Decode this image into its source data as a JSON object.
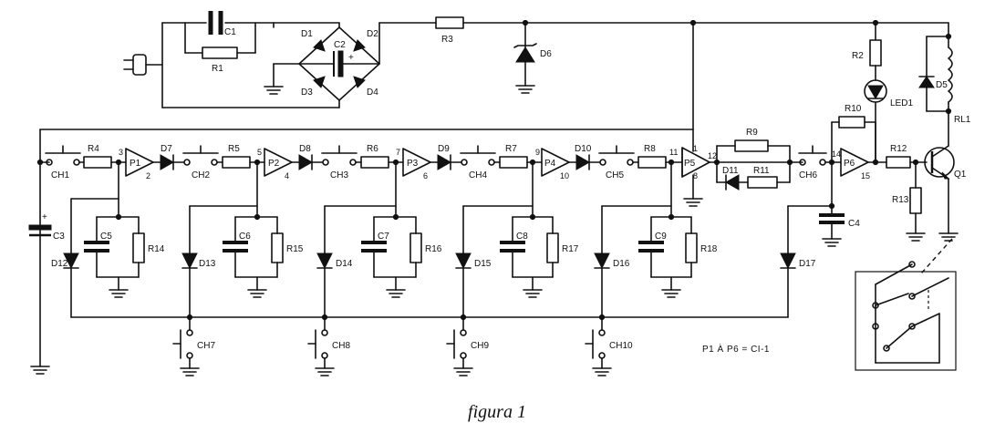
{
  "caption": "figura 1",
  "note": "P1 À P6 = CI-1",
  "labels": {
    "C1": "C1",
    "R1": "R1",
    "D1": "D1",
    "D2": "D2",
    "C2": "C2",
    "D3": "D3",
    "D4": "D4",
    "R3": "R3",
    "D6": "D6",
    "R2": "R2",
    "LED1": "LED1",
    "D5": "D5",
    "RL1": "RL1",
    "R10": "R10",
    "R12": "R12",
    "Q1": "Q1",
    "R13": "R13",
    "R9": "R9",
    "R11": "R11",
    "D11": "D11",
    "CH6": "CH6",
    "P6": "P6",
    "C4": "C4",
    "D17": "D17",
    "CH1": "CH1",
    "R4": "R4",
    "P1": "P1",
    "D7": "D7",
    "CH2": "CH2",
    "R5": "R5",
    "P2": "P2",
    "D8": "D8",
    "CH3": "CH3",
    "R6": "R6",
    "P3": "P3",
    "D9": "D9",
    "CH4": "CH4",
    "R7": "R7",
    "P4": "P4",
    "D10": "D10",
    "CH5": "CH5",
    "R8": "R8",
    "P5": "P5",
    "C3": "C3",
    "D12": "D12",
    "C5": "C5",
    "R14": "R14",
    "D13": "D13",
    "C6": "C6",
    "R15": "R15",
    "D14": "D14",
    "C7": "C7",
    "R16": "R16",
    "D15": "D15",
    "C8": "C8",
    "R17": "R17",
    "D16": "D16",
    "C9": "C9",
    "R18": "R18",
    "CH7": "CH7",
    "CH8": "CH8",
    "CH9": "CH9",
    "CH10": "CH10"
  },
  "pins": {
    "p3": "3",
    "p2": "2",
    "p5": "5",
    "p4": "4",
    "p7": "7",
    "p6": "6",
    "p9": "9",
    "p10": "10",
    "p11": "11",
    "p1": "1",
    "p12": "12",
    "p8": "8",
    "p14": "14",
    "p15": "15"
  },
  "plus_sign": "+",
  "plus_sign_c3": "+"
}
